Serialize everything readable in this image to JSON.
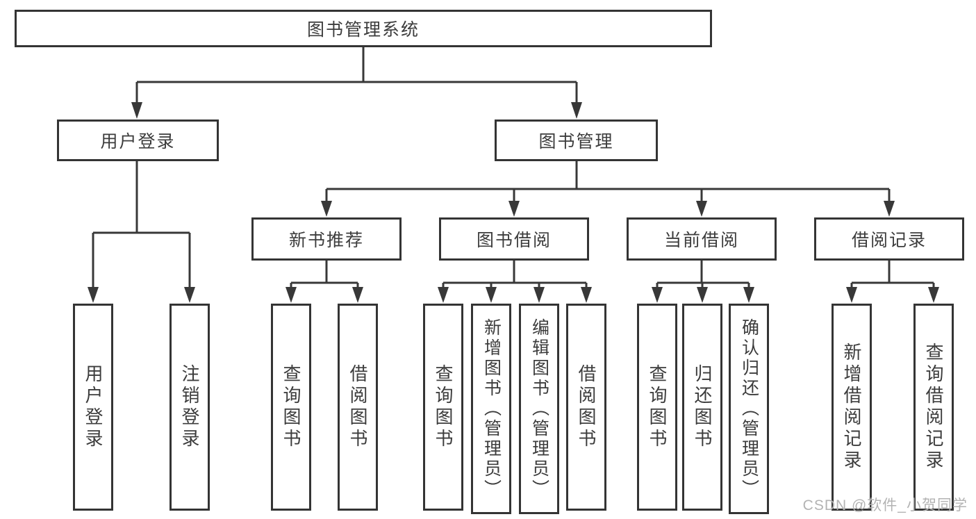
{
  "tree": {
    "label": "图书管理系统",
    "children": [
      {
        "label": "用户登录",
        "children": [
          {
            "label": "用户登录"
          },
          {
            "label": "注销登录"
          }
        ]
      },
      {
        "label": "图书管理",
        "children": [
          {
            "label": "新书推荐",
            "children": [
              {
                "label": "查询图书"
              },
              {
                "label": "借阅图书"
              }
            ]
          },
          {
            "label": "图书借阅",
            "children": [
              {
                "label": "查询图书"
              },
              {
                "label": "新增图书（管理员）"
              },
              {
                "label": "编辑图书（管理员）"
              },
              {
                "label": "借阅图书"
              }
            ]
          },
          {
            "label": "当前借阅",
            "children": [
              {
                "label": "查询图书"
              },
              {
                "label": "归还图书"
              },
              {
                "label": "确认归还（管理员）"
              }
            ]
          },
          {
            "label": "借阅记录",
            "children": [
              {
                "label": "新增借阅记录"
              },
              {
                "label": "查询借阅记录"
              }
            ]
          }
        ]
      }
    ]
  },
  "watermark": {
    "text": "CSDN @软件_小贺同学"
  },
  "colors": {
    "line": "#383838",
    "border": "#343434",
    "text": "#3c3c3c",
    "watermark": "#b3b3b3",
    "background": "#ffffff"
  }
}
